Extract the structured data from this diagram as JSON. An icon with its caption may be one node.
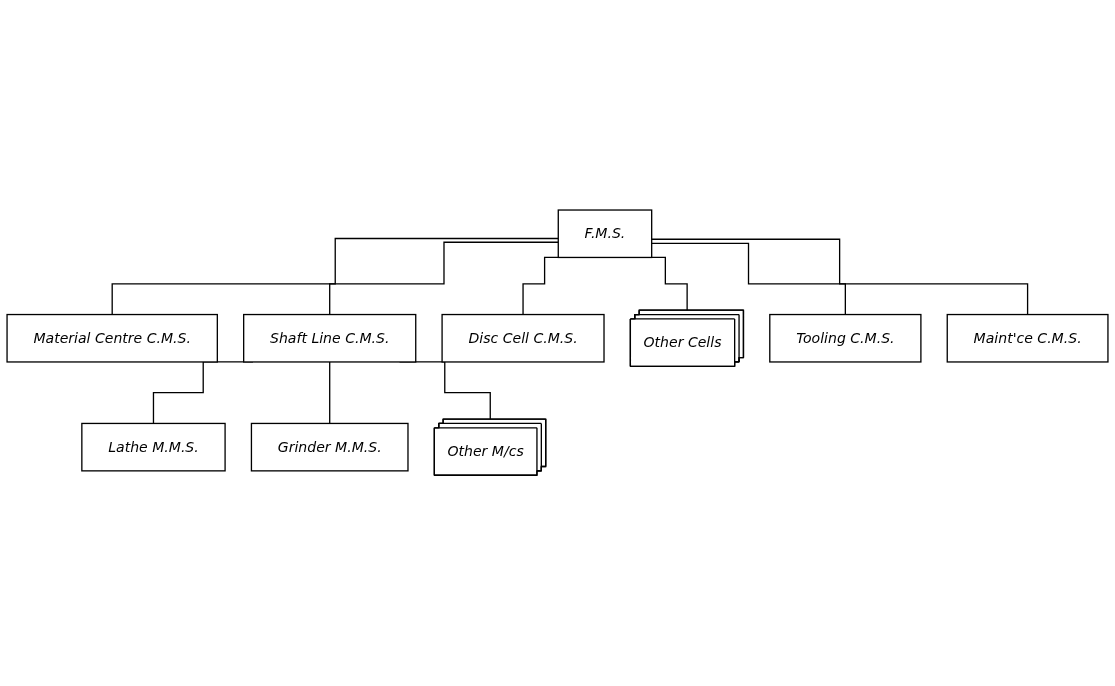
{
  "diagram": {
    "nodes": [
      {
        "text": [
          "F.M.S."
        ]
      },
      {
        "text": [
          "Material Centre C.M.S."
        ]
      },
      {
        "text": [
          "Shaft Line C.M.S."
        ]
      },
      {
        "text": [
          "Disc Cell C.M.S."
        ]
      },
      {
        "text": [
          "Other Cells"
        ]
      },
      {
        "text": [
          "Tooling C.M.S."
        ]
      },
      {
        "text": [
          "Maint'ce C.M.S."
        ]
      },
      {
        "text": [
          "Lathe M.M.S."
        ]
      },
      {
        "text": [
          "Grinder M.M.S."
        ]
      },
      {
        "text": [
          "Other M/cs"
        ]
      }
    ],
    "edges": [
      {
        "from": 0,
        "to": 1,
        "arrow": "none"
      },
      {
        "from": 0,
        "to": 2,
        "arrow": "none"
      },
      {
        "from": 0,
        "to": 3,
        "arrow": "none"
      },
      {
        "from": 0,
        "to": 4,
        "arrow": "none"
      },
      {
        "from": 0,
        "to": 5,
        "arrow": "none"
      },
      {
        "from": 0,
        "to": 6,
        "arrow": "none"
      },
      {
        "from": 2,
        "to": 7,
        "arrow": "none"
      },
      {
        "from": 2,
        "to": 8,
        "arrow": "none"
      },
      {
        "from": 2,
        "to": 9,
        "arrow": "none"
      }
    ]
  }
}
